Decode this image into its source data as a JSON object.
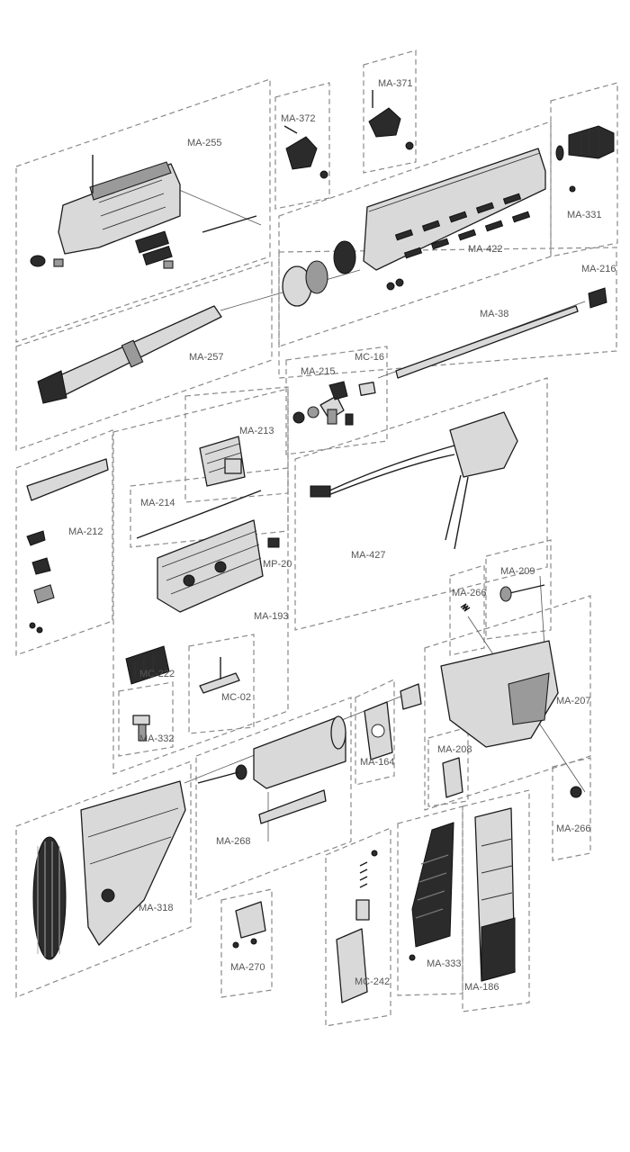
{
  "labels": {
    "ma255": "MA-255",
    "ma372": "MA-372",
    "ma371": "MA-371",
    "ma331": "MA-331",
    "ma422": "MA-422",
    "ma216": "MA-216",
    "ma38": "MA-38",
    "ma257": "MA-257",
    "ma215": "MA-215",
    "mc16": "MC-16",
    "ma213": "MA-213",
    "ma214": "MA-214",
    "ma212": "MA-212",
    "ma427": "MA-427",
    "mp20": "MP-20",
    "ma193": "MA-193",
    "ma266a": "MA-266",
    "ma209": "MA-209",
    "mc222": "MC-222",
    "mc02": "MC-02",
    "ma207": "MA-207",
    "ma332": "MA-332",
    "ma164": "MA-164",
    "ma208": "MA-208",
    "ma266b": "MA-266",
    "ma268": "MA-268",
    "ma318": "MA-318",
    "ma270": "MA-270",
    "mc242": "MC-242",
    "ma333": "MA-333",
    "ma186": "MA-186"
  }
}
